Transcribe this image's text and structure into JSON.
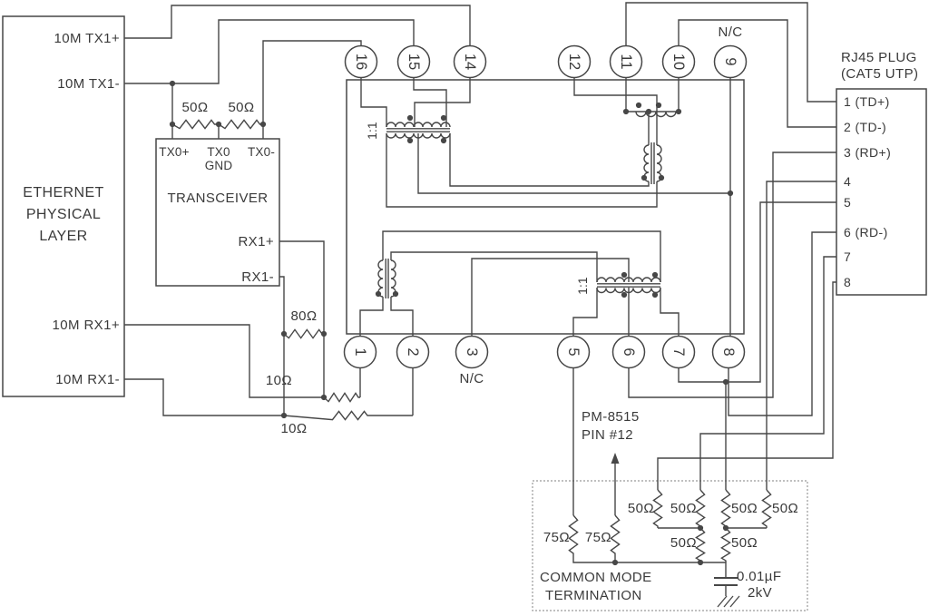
{
  "eth": {
    "tx1_plus": "10M TX1+",
    "tx1_minus": "10M TX1-",
    "title1": "ETHERNET",
    "title2": "PHYSICAL",
    "title3": "LAYER",
    "rx1_plus": "10M RX1+",
    "rx1_minus": "10M RX1-"
  },
  "transceiver": {
    "title": "TRANSCEIVER",
    "tx0_plus": "TX0+",
    "tx0": "TX0",
    "gnd": "GND",
    "tx0_minus": "TX0-",
    "rx1_plus": "RX1+",
    "rx1_minus": "RX1-"
  },
  "resistors": {
    "r50_left": "50Ω",
    "r50_right": "50Ω",
    "r80": "80Ω",
    "r10_top": "10Ω",
    "r10_bottom": "10Ω"
  },
  "module": {
    "nc_top": "N/C",
    "nc_bottom": "N/C",
    "ratio_tx": "1:1",
    "ratio_rx": "1:1",
    "pins_top": [
      "16",
      "15",
      "14",
      "12",
      "11",
      "10",
      "9"
    ],
    "pins_bottom": [
      "1",
      "2",
      "3",
      "5",
      "6",
      "7",
      "8"
    ]
  },
  "rj45": {
    "title_line1": "RJ45 PLUG",
    "title_line2": "(CAT5 UTP)",
    "pins": [
      "1 (TD+)",
      "2 (TD-)",
      "3 (RD+)",
      "4",
      "5",
      "6 (RD-)",
      "7",
      "8"
    ]
  },
  "termination": {
    "ref_line1": "PM-8515",
    "ref_line2": "PIN #12",
    "r75_a": "75Ω",
    "r75_b": "75Ω",
    "r50_a": "50Ω",
    "r50_b": "50Ω",
    "r50_c": "50Ω",
    "r50_d": "50Ω",
    "r50_e": "50Ω",
    "r50_f": "50Ω",
    "cap_value": "0.01µF",
    "cap_voltage": "2kV",
    "title_line1": "COMMON MODE",
    "title_line2": "TERMINATION"
  }
}
